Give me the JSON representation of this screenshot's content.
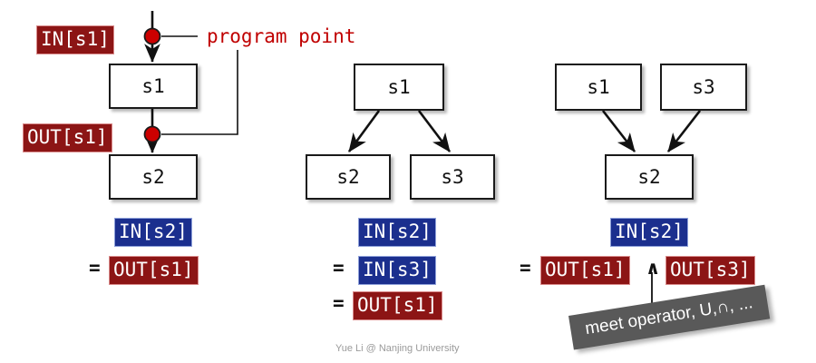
{
  "slide": {
    "footer": "Yue Li @ Nanjing University",
    "annotation": "program point",
    "callout": "meet operator, U,∩, ...",
    "meet_symbol": "∧",
    "equals": "=",
    "colors": {
      "red_chip_bg": "#8C1515",
      "red_chip_border": "#d98a8a",
      "blue_chip_bg": "#1B2F8E",
      "blue_chip_border": "#8ea0d9",
      "annotation_red": "#C00000",
      "program_point_dot": "#CC0000",
      "node_border": "#1a1a1a",
      "callout_bg": "#595959",
      "footer_gray": "#9a9a9a"
    }
  },
  "columns": [
    {
      "id": "sequential",
      "nodes": [
        {
          "label": "s1"
        },
        {
          "label": "s2"
        }
      ],
      "chips": [
        {
          "text": "IN[s1]",
          "style": "red"
        },
        {
          "text": "OUT[s1]",
          "style": "red"
        }
      ],
      "equations": [
        {
          "prefix": "",
          "terms": [
            {
              "text": "IN[s2]",
              "style": "blue"
            }
          ]
        },
        {
          "prefix": "=",
          "terms": [
            {
              "text": "OUT[s1]",
              "style": "red"
            }
          ]
        }
      ]
    },
    {
      "id": "fork",
      "nodes": [
        {
          "label": "s1"
        },
        {
          "label": "s2"
        },
        {
          "label": "s3"
        }
      ],
      "chips": [],
      "equations": [
        {
          "prefix": "",
          "terms": [
            {
              "text": "IN[s2]",
              "style": "blue"
            }
          ]
        },
        {
          "prefix": "=",
          "terms": [
            {
              "text": "IN[s3]",
              "style": "blue"
            }
          ]
        },
        {
          "prefix": "=",
          "terms": [
            {
              "text": "OUT[s1]",
              "style": "red"
            }
          ]
        }
      ]
    },
    {
      "id": "join",
      "nodes": [
        {
          "label": "s1"
        },
        {
          "label": "s3"
        },
        {
          "label": "s2"
        }
      ],
      "chips": [],
      "equations": [
        {
          "prefix": "",
          "terms": [
            {
              "text": "IN[s2]",
              "style": "blue"
            }
          ]
        },
        {
          "prefix": "=",
          "terms": [
            {
              "text": "OUT[s1]",
              "style": "red"
            },
            {
              "text": "∧",
              "style": "plain"
            },
            {
              "text": "OUT[s3]",
              "style": "red"
            }
          ]
        }
      ]
    }
  ]
}
